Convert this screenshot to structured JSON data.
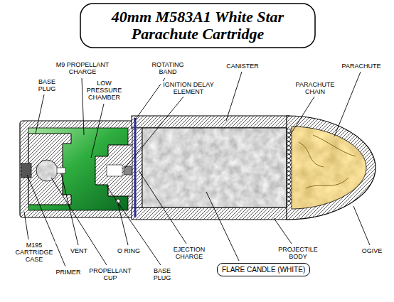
{
  "diagram": {
    "title": "40mm M583A1 White Star Parachute Cartridge",
    "nodes": [
      {
        "text": [
          "FLARE CANDLE (WHITE)"
        ]
      }
    ],
    "labels": [
      "M9 PROPELLANT CHARGE",
      "ROTATING BAND",
      "CANISTER",
      "PARACHUTE",
      "BASE PLUG",
      "LOW PRESSURE CHAMBER",
      "IGNITION DELAY ELEMENT",
      "PARACHUTE CHAIN",
      "M195 CARTRIDGE CASE",
      "VENT",
      "O RING",
      "EJECTION CHARGE",
      "PROJECTILE BODY",
      "OGIVE",
      "PRIMER",
      "PROPELLANT CUP",
      "BASE PLUG"
    ]
  }
}
